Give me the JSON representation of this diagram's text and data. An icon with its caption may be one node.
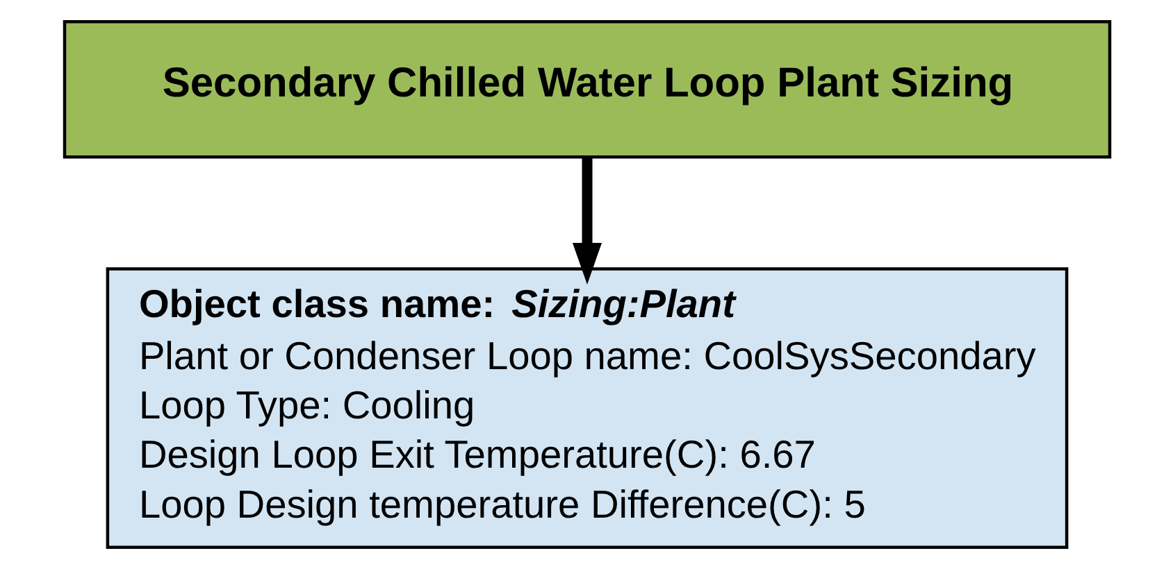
{
  "diagram": {
    "nodes": [
      {
        "text": [
          "Secondary Chilled Water Loop Plant Sizing"
        ]
      },
      {
        "text": [
          "Object class name: *Sizing:Plant*",
          "Plant or Condenser Loop name: CoolSysSecondary",
          "Loop Type: Cooling",
          "Design Loop Exit Temperature(C): 6.67",
          "Loop Design temperature Difference(C): 5"
        ]
      }
    ],
    "edges": [
      {
        "from": 0,
        "to": 1,
        "arrow": "to"
      }
    ]
  }
}
